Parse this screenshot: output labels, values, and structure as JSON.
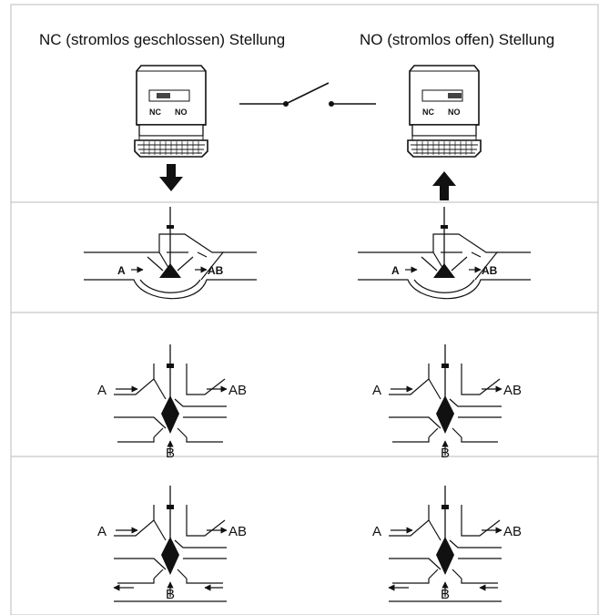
{
  "headers": {
    "nc": "NC (stromlos geschlossen) Stellung",
    "no": "NO (stromlos offen) Stellung"
  },
  "actuator": {
    "switch_nc": "NC",
    "switch_no": "NO"
  },
  "ports": {
    "a": "A",
    "ab": "AB",
    "b": "B"
  }
}
